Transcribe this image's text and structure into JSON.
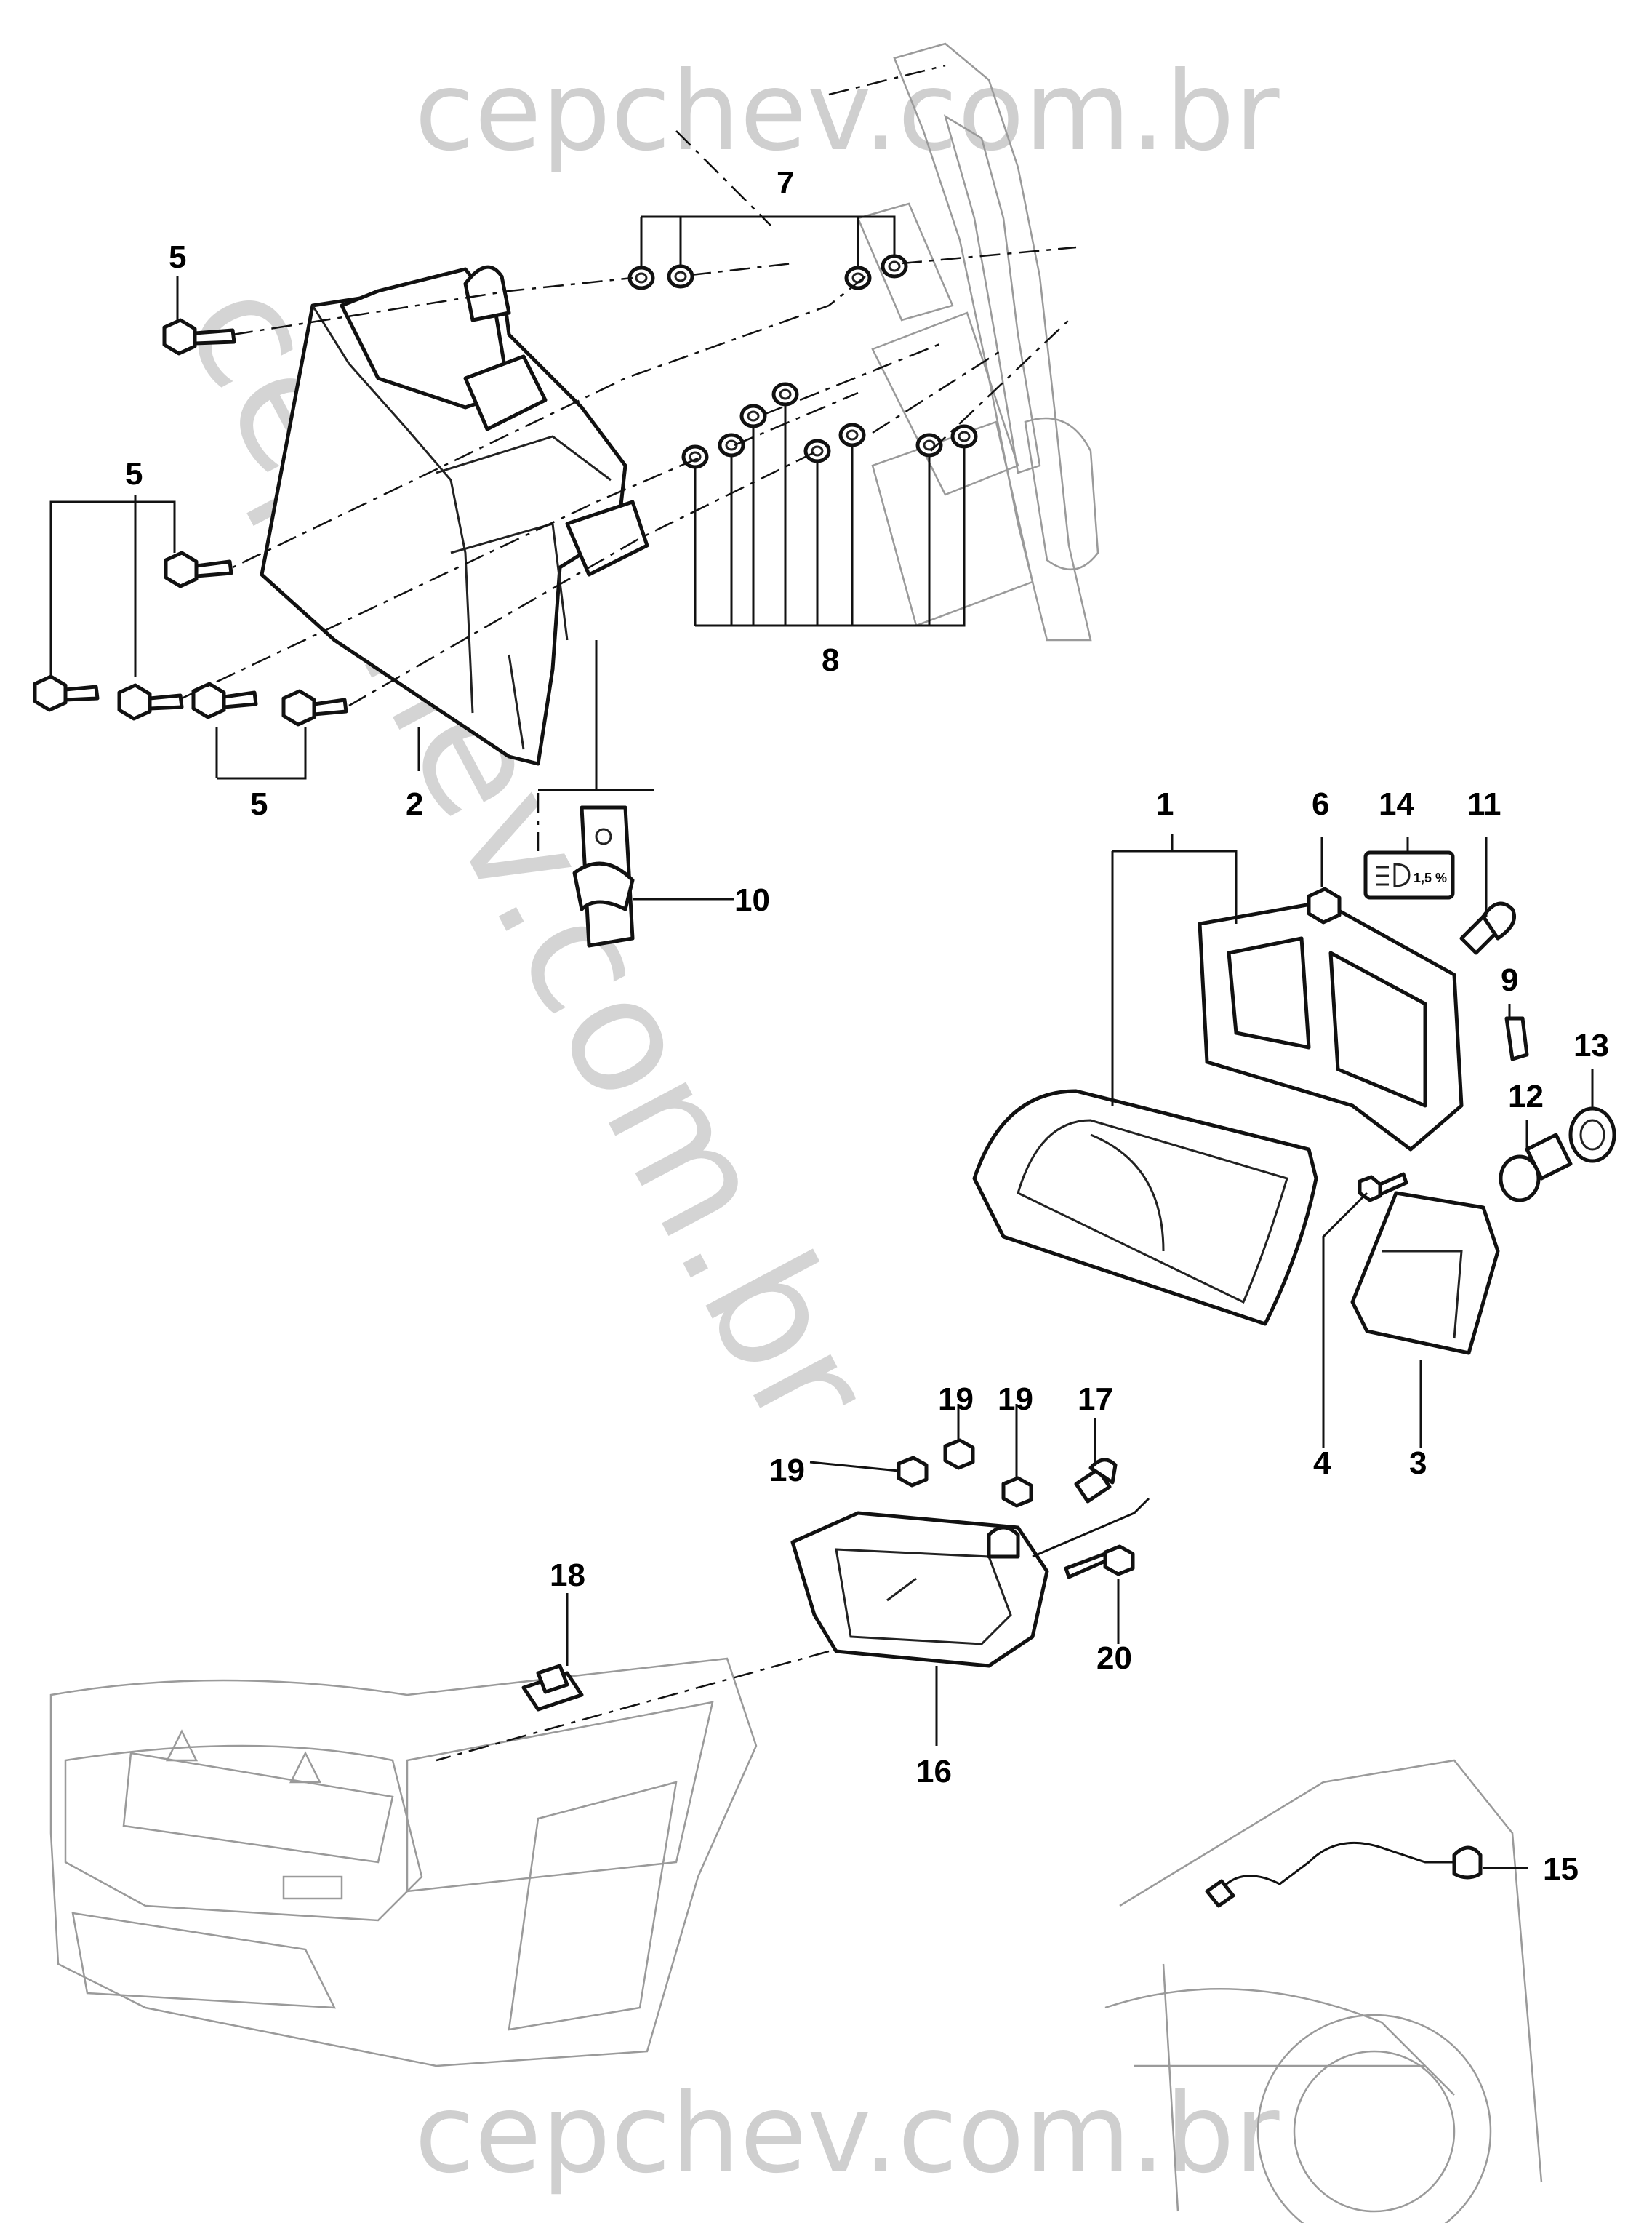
{
  "watermark": {
    "top": "cepchev.com.br",
    "bottom": "cepchev.com.br",
    "diagonal": "cepchev.com.br"
  },
  "callouts": {
    "c1": "1",
    "c2": "2",
    "c3": "3",
    "c4": "4",
    "c5a": "5",
    "c5b": "5",
    "c5c": "5",
    "c6": "6",
    "c7": "7",
    "c8": "8",
    "c9": "9",
    "c10": "10",
    "c11": "11",
    "c12": "12",
    "c13": "13",
    "c14": "14",
    "c15": "15",
    "c16": "16",
    "c17": "17",
    "c18": "18",
    "c19a": "19",
    "c19b": "19",
    "c19c": "19",
    "c20": "20"
  },
  "leveling_label": {
    "text": "1,5 %"
  }
}
